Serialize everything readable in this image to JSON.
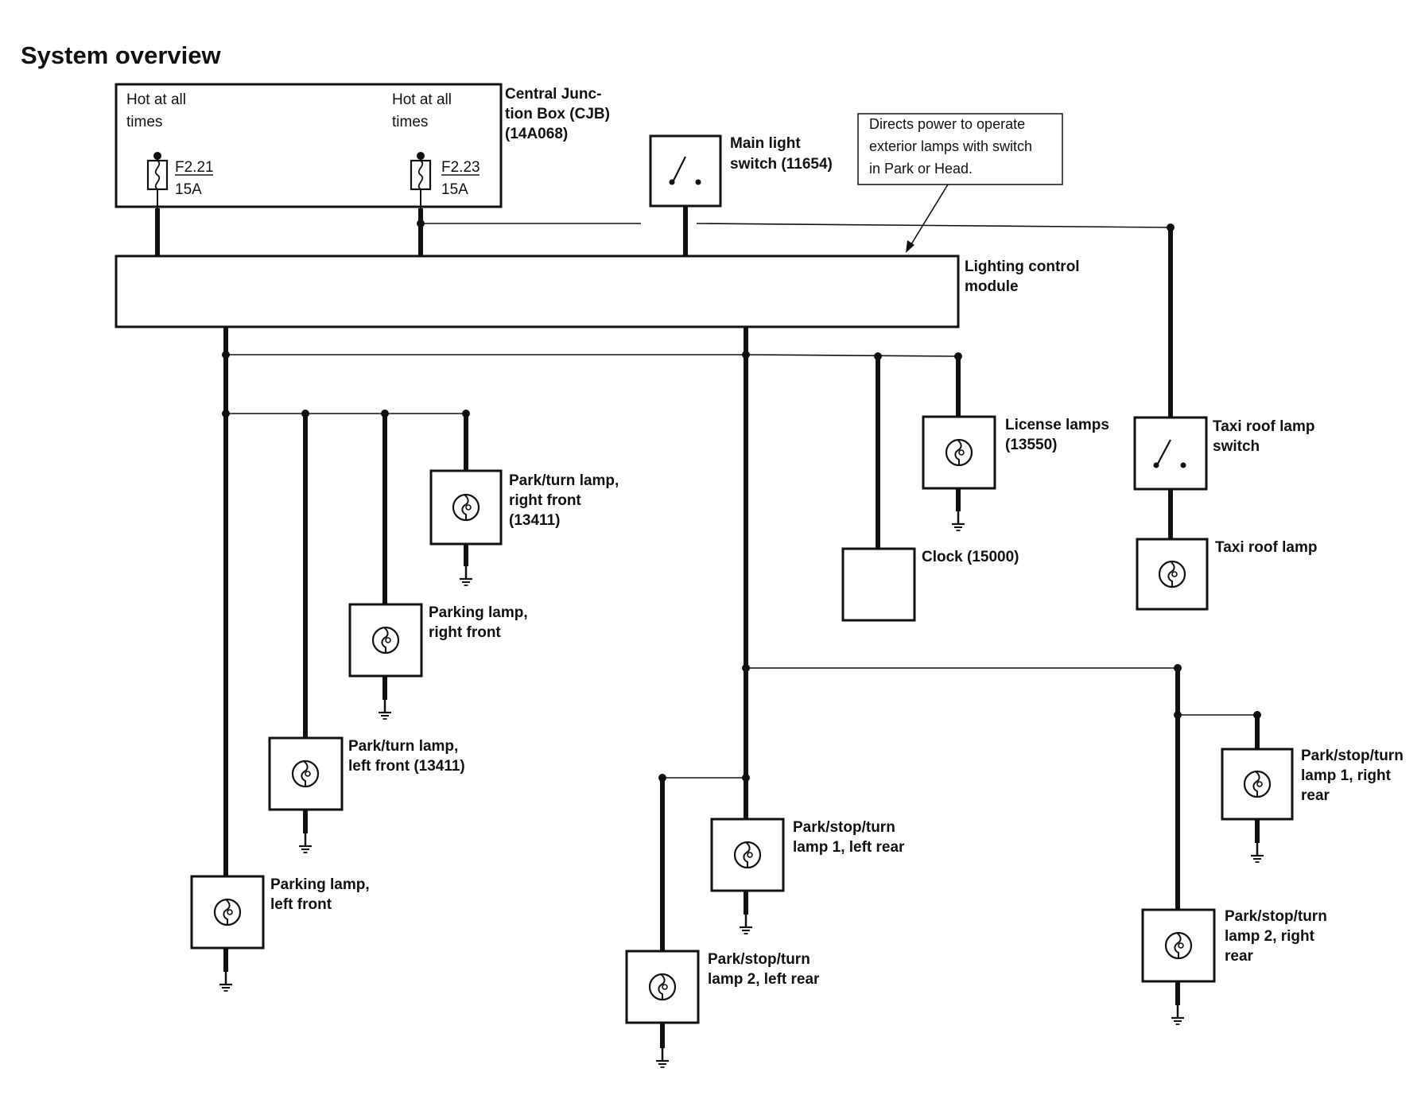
{
  "title": "System overview",
  "cjb": {
    "hot_left_1": "Hot at all",
    "hot_left_2": "times",
    "hot_right_1": "Hot at all",
    "hot_right_2": "times",
    "fuse1_id": "F2.21",
    "fuse1_amp": "15A",
    "fuse2_id": "F2.23",
    "fuse2_amp": "15A",
    "label_1": "Central Junc-",
    "label_2": "tion Box (CJB)",
    "label_3": "(14A068)"
  },
  "main_switch": {
    "label_1": "Main light",
    "label_2": "switch (11654)"
  },
  "note": {
    "line_1": "Directs  power to operate",
    "line_2": "exterior lamps with switch",
    "line_3": "in Park or Head."
  },
  "lcm": {
    "label_1": "Lighting control",
    "label_2": "module"
  },
  "components": {
    "license": {
      "label_1": "License lamps",
      "label_2": "(13550)"
    },
    "clock": {
      "label_1": "Clock (15000)"
    },
    "taxi_switch": {
      "label_1": "Taxi roof lamp",
      "label_2": "switch"
    },
    "taxi_lamp": {
      "label_1": "Taxi roof lamp"
    },
    "pt_rf": {
      "label_1": "Park/turn lamp,",
      "label_2": "right front",
      "label_3": "(13411)"
    },
    "pk_rf": {
      "label_1": "Parking lamp,",
      "label_2": "right front"
    },
    "pt_lf": {
      "label_1": "Park/turn lamp,",
      "label_2": "left front (13411)"
    },
    "pk_lf": {
      "label_1": "Parking lamp,",
      "label_2": "left front"
    },
    "pst1_lr": {
      "label_1": "Park/stop/turn",
      "label_2": "lamp 1, left rear"
    },
    "pst2_lr": {
      "label_1": "Park/stop/turn",
      "label_2": "lamp 2, left rear"
    },
    "pst1_rr": {
      "label_1": "Park/stop/turn",
      "label_2": "lamp 1, right",
      "label_3": "rear"
    },
    "pst2_rr": {
      "label_1": "Park/stop/turn",
      "label_2": "lamp 2, right",
      "label_3": "rear"
    }
  }
}
